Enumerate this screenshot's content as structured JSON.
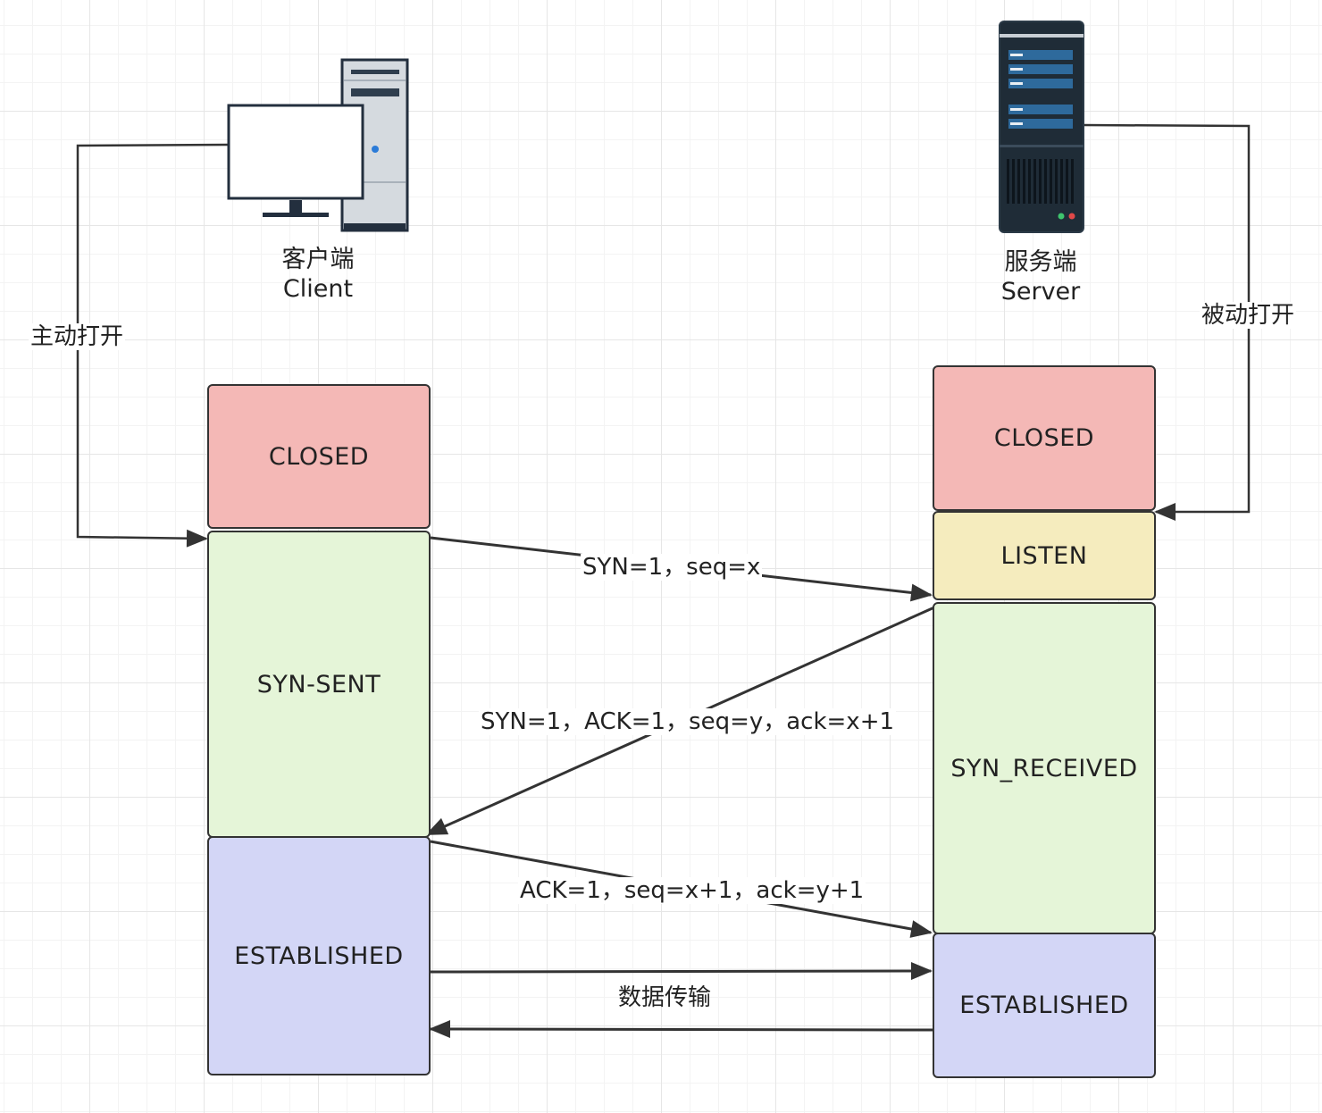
{
  "client": {
    "title_cn": "客户端",
    "title_en": "Client",
    "open_label": "主动打开",
    "states": {
      "closed": "CLOSED",
      "syn_sent": "SYN-SENT",
      "established": "ESTABLISHED"
    }
  },
  "server": {
    "title_cn": "服务端",
    "title_en": "Server",
    "open_label": "被动打开",
    "states": {
      "closed": "CLOSED",
      "listen": "LISTEN",
      "syn_received": "SYN_RECEIVED",
      "established": "ESTABLISHED"
    }
  },
  "messages": {
    "syn": "SYN=1，seq=x",
    "syn_ack": "SYN=1，ACK=1，seq=y，ack=x+1",
    "ack": "ACK=1，seq=x+1，ack=y+1",
    "data": "数据传输"
  },
  "colors": {
    "closed": "#f4b8b6",
    "listen": "#f5ecbe",
    "syn": "#e5f5d8",
    "established": "#d3d6f6",
    "line": "#333333"
  }
}
